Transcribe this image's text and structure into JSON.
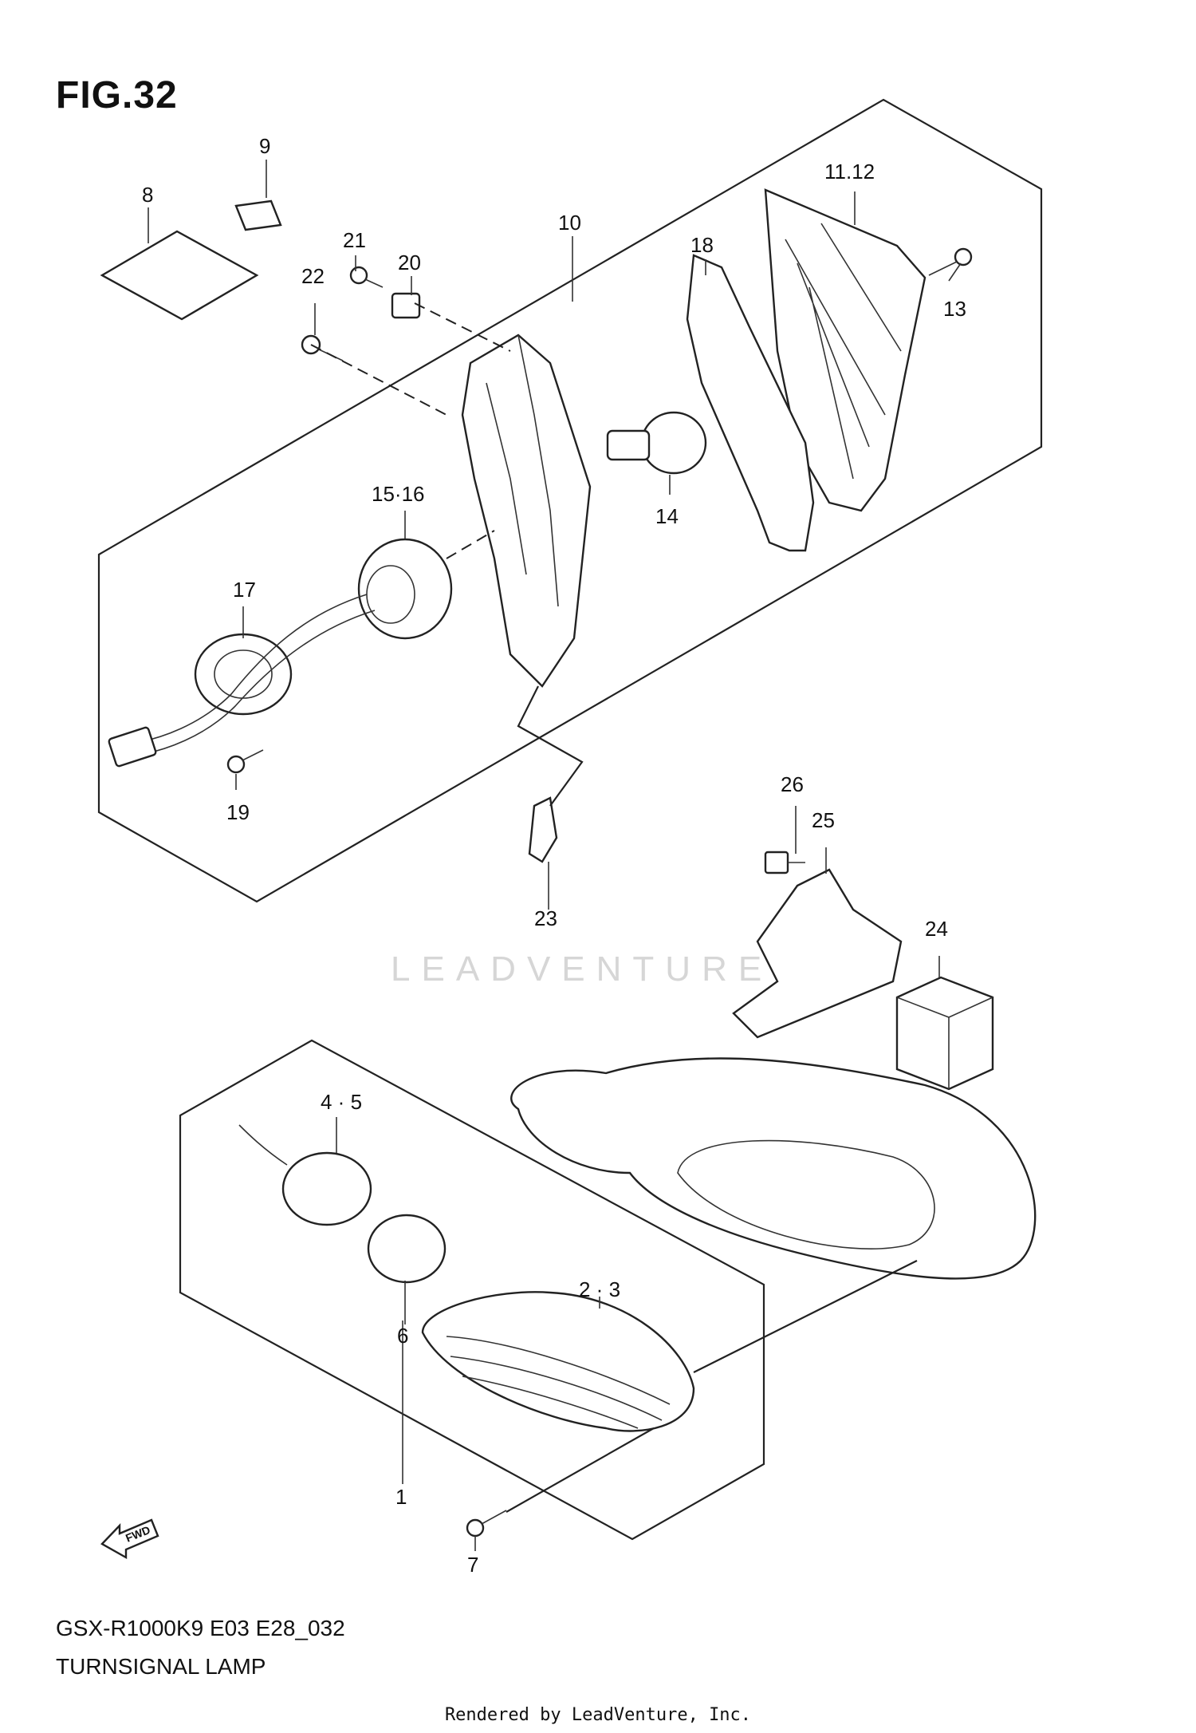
{
  "figure": {
    "title": "FIG.32",
    "model_code": "GSX-R1000K9 E03 E28_032",
    "caption": "TURNSIGNAL LAMP",
    "credit": "Rendered by LeadVenture, Inc.",
    "watermark": "LEADVENTURE",
    "fwd_label": "FWD"
  },
  "callouts": {
    "c1": "1",
    "c2_3": "2 · 3",
    "c4_5": "4 · 5",
    "c6": "6",
    "c7": "7",
    "c8": "8",
    "c9": "9",
    "c10": "10",
    "c11_12": "11.12",
    "c13": "13",
    "c14": "14",
    "c15_16": "15·16",
    "c17": "17",
    "c18": "18",
    "c19": "19",
    "c20": "20",
    "c21": "21",
    "c22": "22",
    "c23": "23",
    "c24": "24",
    "c25": "25",
    "c26": "26"
  }
}
